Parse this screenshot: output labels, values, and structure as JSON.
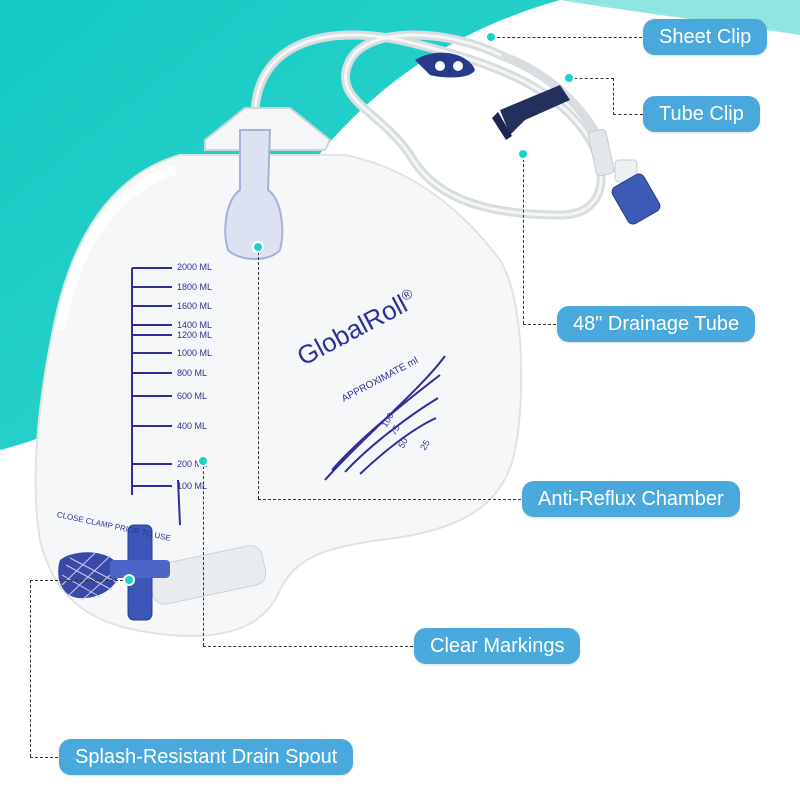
{
  "callouts": {
    "sheet_clip": "Sheet Clip",
    "tube_clip": "Tube Clip",
    "drainage_tube": "48\" Drainage Tube",
    "anti_reflux": "Anti-Reflux Chamber",
    "clear_markings": "Clear Markings",
    "drain_spout": "Splash-Resistant Drain Spout"
  },
  "bag": {
    "brand": "GlobalRoll",
    "brand_mark": "®",
    "scale_label": "APPROXIMATE ml",
    "left_scale": [
      "2000 ML",
      "1800 ML",
      "1600 ML",
      "1400 ML",
      "1200 ML",
      "1000 ML",
      "800 ML",
      "600 ML",
      "400 ML",
      "200 ML",
      "100 ML"
    ],
    "right_scale": [
      "100",
      "75",
      "50",
      "25"
    ],
    "clamp_text": "CLOSE CLAMP PRIOR TO USE"
  },
  "colors": {
    "background_accent": "#19cfc8",
    "background_accent_2": "#7fe3df",
    "callout_fill": "#4aa9dc",
    "callout_text": "#ffffff",
    "marking_blue": "#2d2f9a",
    "dot": "#19d3c8"
  }
}
